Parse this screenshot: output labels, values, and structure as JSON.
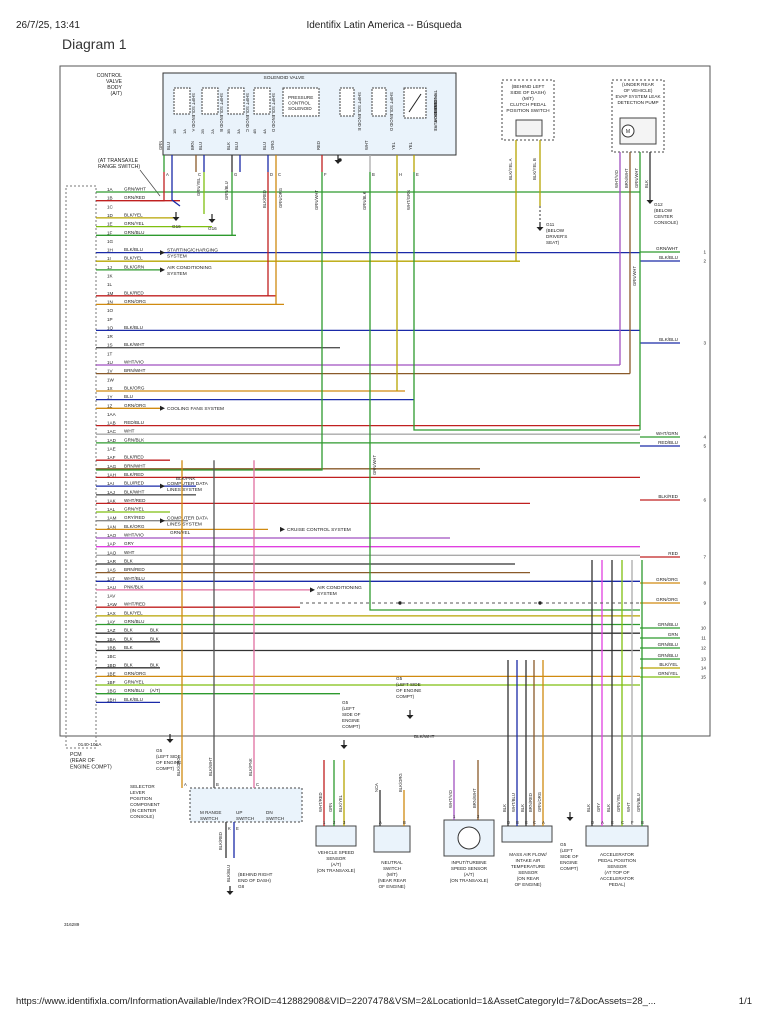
{
  "header": {
    "datetime": "26/7/25, 13:41",
    "title": "Identifix Latin America -- Búsqueda"
  },
  "document_title": "Diagram 1",
  "footer": {
    "url": "https://www.identifixla.com/InformationAvailable/Index?ROID=412882908&VID=2207478&VSM=2&LocationId=1&AssetCategoryId=7&DocAssets=28_...",
    "page": "1/1"
  },
  "diagram": {
    "figure_id": "316289",
    "pcm_label": [
      "PCM",
      "(REAR OF",
      "ENGINE COMPT)"
    ],
    "pcm_connector": "0140-101A",
    "control_valve_label": [
      "CONTROL",
      "VALVE",
      "BODY",
      "(A/T)"
    ],
    "solenoid_valve_label": "SOLENOID VALVE",
    "solenoids": [
      {
        "name": "SHIFT SOLENOID A",
        "pins": "1B/1A"
      },
      {
        "name": "SHIFT SOLENOID B",
        "pins": "2B/2A"
      },
      {
        "name": "SHIFT SOLENOID C",
        "pins": "3B/3A"
      },
      {
        "name": "SHIFT SOLENOID D",
        "pins": "4B/4A"
      }
    ],
    "pressure_solenoid": [
      "PRESSURE",
      "CONTROL",
      "SOLENOID"
    ],
    "shift_solenoid_e": "SHIFT SOLENOID E",
    "shift_solenoid_d2": "SHIFT SOLENOID D",
    "trans_fluid_temp": [
      "TRANSAXLE",
      "FLUID",
      "TEMPERATURE",
      "SENSOR"
    ],
    "range_switch_label": [
      "(AT TRANSAXLE",
      "RANGE SWITCH)"
    ],
    "valve_wires": [
      "GRN",
      "BLU",
      "BRN",
      "BLU",
      "BLK",
      "BLU",
      "BLU",
      "ORG",
      "RED",
      "WHT",
      "YEL",
      "YEL"
    ],
    "valve_pins": [
      "A",
      "C",
      "G",
      "D",
      "C",
      "F",
      "B",
      "H",
      "E"
    ],
    "drop_wires": [
      "GRN/YEL",
      "GRN/BLU",
      "BLK/RED",
      "GRN/ORG",
      "GRN/WHT",
      "GRN/BLK",
      "WHT/GRN"
    ],
    "clutch_label": [
      "(BEHIND LEFT",
      "SIDE OF DASH)",
      "(M/T)",
      "CLUTCH PEDAL",
      "POSITION SWITCH"
    ],
    "clutch_wires": [
      "BLK/YEL A",
      "BLK/YEL B"
    ],
    "evap_label": [
      "(UNDER REAR",
      "OF VEHICLE)",
      "EVAP SYSTEM LEAK",
      "DETECTION PUMP"
    ],
    "evap_wires": [
      "WHT/VIO",
      "BRN/WHT",
      "GRN/WHT",
      "BLK"
    ],
    "ground_labels": {
      "g16a": "G16",
      "g16b": "G16",
      "g11": [
        "G11",
        "(BELOW",
        "DRIVER'S",
        "SEAT)"
      ],
      "g12": [
        "G12",
        "(BELOW",
        "CENTER",
        "CONSOLE)"
      ],
      "g5a": [
        "G5",
        "(LEFT SIDE",
        "OF ENGINE",
        "COMPT)"
      ],
      "g5b": [
        "G5",
        "(LEFT",
        "SIDE OF",
        "ENGINE",
        "COMPT)"
      ],
      "g5c": [
        "G5",
        "(LEFT SIDE",
        "OF ENGINE",
        "COMPT)"
      ],
      "g5d": [
        "G5",
        "(LEFT",
        "SIDE OF",
        "ENGINE",
        "COMPT)"
      ],
      "g8": [
        "(BEHIND RIGHT",
        "END OF DASH)",
        "G8"
      ]
    },
    "pcm_pins": [
      {
        "pin": "1A",
        "wire": "GRN/WHT",
        "color": "#2e9a2e"
      },
      {
        "pin": "1B",
        "wire": "GRN/RED",
        "color": "#c02020"
      },
      {
        "pin": "1C",
        "wire": "",
        "color": ""
      },
      {
        "pin": "1D",
        "wire": "BLK/YEL",
        "color": "#b7a400"
      },
      {
        "pin": "1E",
        "wire": "GRN/YEL",
        "color": "#7fbf10"
      },
      {
        "pin": "1F",
        "wire": "GRN/BLU",
        "color": "#2e9a2e"
      },
      {
        "pin": "1G",
        "wire": "",
        "color": ""
      },
      {
        "pin": "1H",
        "wire": "BLK/BLU",
        "color": "#1a2aa8"
      },
      {
        "pin": "1I",
        "wire": "BLK/YEL",
        "color": "#b7a400"
      },
      {
        "pin": "1J",
        "wire": "BLK/GRN",
        "color": "#2e9a2e"
      },
      {
        "pin": "1K",
        "wire": "",
        "color": ""
      },
      {
        "pin": "1L",
        "wire": "",
        "color": ""
      },
      {
        "pin": "1M",
        "wire": "BLK/RED",
        "color": "#c02020"
      },
      {
        "pin": "1N",
        "wire": "GRN/ORG",
        "color": "#d08a10"
      },
      {
        "pin": "1O",
        "wire": "",
        "color": ""
      },
      {
        "pin": "1P",
        "wire": "",
        "color": ""
      },
      {
        "pin": "1Q",
        "wire": "BLK/BLU",
        "color": "#1a2aa8"
      },
      {
        "pin": "1R",
        "wire": "",
        "color": ""
      },
      {
        "pin": "1S",
        "wire": "BLK/WHT",
        "color": "#555555"
      },
      {
        "pin": "1T",
        "wire": "",
        "color": ""
      },
      {
        "pin": "1U",
        "wire": "WHT/VIO",
        "color": "#a050c0"
      },
      {
        "pin": "1V",
        "wire": "BRN/WHT",
        "color": "#8a5a2a"
      },
      {
        "pin": "1W",
        "wire": "",
        "color": ""
      },
      {
        "pin": "1X",
        "wire": "BLK/ORG",
        "color": "#d08a10"
      },
      {
        "pin": "1Y",
        "wire": "BLU",
        "color": "#1a2aa8"
      },
      {
        "pin": "1Z",
        "wire": "GRN/ORG",
        "color": "#d08a10"
      },
      {
        "pin": "1AA",
        "wire": "",
        "color": ""
      },
      {
        "pin": "1AB",
        "wire": "RED/BLU",
        "color": "#c02020"
      },
      {
        "pin": "1AC",
        "wire": "WHT",
        "color": "#aaaaaa"
      },
      {
        "pin": "1AD",
        "wire": "GRN/BLK",
        "color": "#2e9a2e"
      },
      {
        "pin": "1AE",
        "wire": "",
        "color": ""
      },
      {
        "pin": "1AF",
        "wire": "BLK/RED",
        "color": "#c02020"
      },
      {
        "pin": "1AG",
        "wire": "BRN/WHT",
        "color": "#8a5a2a"
      },
      {
        "pin": "1AH",
        "wire": "BLK/RED",
        "color": "#c02020"
      },
      {
        "pin": "1AI",
        "wire": "BLU/RED",
        "color": "#1a2aa8"
      },
      {
        "pin": "1AJ",
        "wire": "BLK/WHT",
        "color": "#555555"
      },
      {
        "pin": "1AK",
        "wire": "WHT/RED",
        "color": "#c02020"
      },
      {
        "pin": "1AL",
        "wire": "GRN/YEL",
        "color": "#7fbf10"
      },
      {
        "pin": "1AM",
        "wire": "GRY/RED",
        "color": "#888888"
      },
      {
        "pin": "1AN",
        "wire": "BLK/ORG",
        "color": "#d08a10"
      },
      {
        "pin": "1AO",
        "wire": "WHT/VIO",
        "color": "#a050c0"
      },
      {
        "pin": "1AP",
        "wire": "GRY",
        "color": "#e040e0"
      },
      {
        "pin": "1AQ",
        "wire": "WHT",
        "color": "#aaaaaa"
      },
      {
        "pin": "1AR",
        "wire": "BLK",
        "color": "#333333"
      },
      {
        "pin": "1AS",
        "wire": "BRN/RED",
        "color": "#8a5a2a"
      },
      {
        "pin": "1AT",
        "wire": "WHT/BLU",
        "color": "#1a2aa8"
      },
      {
        "pin": "1AU",
        "wire": "PNK/BLK",
        "color": "#e070a0"
      },
      {
        "pin": "1AV",
        "wire": "",
        "color": ""
      },
      {
        "pin": "1AW",
        "wire": "WHT/RED",
        "color": "#c02020"
      },
      {
        "pin": "1AX",
        "wire": "BLK/YEL",
        "color": "#b7a400"
      },
      {
        "pin": "1AY",
        "wire": "GRN/BLU",
        "color": "#2e9a2e"
      },
      {
        "pin": "1AZ",
        "wire": "BLK",
        "color": "#333333"
      },
      {
        "pin": "1BA",
        "wire": "BLK",
        "color": "#333333"
      },
      {
        "pin": "1BB",
        "wire": "BLK",
        "color": "#333333"
      },
      {
        "pin": "1BC",
        "wire": "",
        "color": ""
      },
      {
        "pin": "1BD",
        "wire": "BLK",
        "color": "#333333"
      },
      {
        "pin": "1BE",
        "wire": "GRN/ORG",
        "color": "#d08a10"
      },
      {
        "pin": "1BF",
        "wire": "GRN/YEL",
        "color": "#7fbf10"
      },
      {
        "pin": "1BG",
        "wire": "GRN/BLU",
        "color": "#2e9a2e"
      },
      {
        "pin": "1BH",
        "wire": "BLK/BLU",
        "color": "#1a2aa8"
      }
    ],
    "pin_side_labels": {
      "1AZ": "BLK",
      "1BA": "BLK",
      "1BD": "BLK",
      "1BG": "(A/T)"
    },
    "system_labels": [
      {
        "text": "STARTING/CHARGING SYSTEM",
        "pin": "1H"
      },
      {
        "text": "AIR CONDITIONING SYSTEM",
        "pin": "1J"
      },
      {
        "text": "COOLING FANS SYSTEM",
        "pin": "1Z"
      },
      {
        "text": "COMPUTER DATA LINES SYSTEM",
        "pin": "1AI"
      },
      {
        "text": "COMPUTER DATA LINES SYSTEM",
        "pin": "1AM"
      },
      {
        "text": "CRUISE CONTROL SYSTEM",
        "pin": "1AN"
      },
      {
        "text": "AIR CONDITIONING SYSTEM",
        "pin": "1AU"
      }
    ],
    "extra_wire_labels": {
      "blk_pnk": "BLK/PNK",
      "grn_yel": "GRN/YEL",
      "grn_wht_v": "GRN/WHT",
      "grn_wht_v2": "GRN/WHT",
      "blk_wht": "BLK/WHT"
    },
    "right_outputs": [
      {
        "num": "1",
        "wire": "GRN/WHT",
        "color": "#2e9a2e"
      },
      {
        "num": "2",
        "wire": "BLK/BLU",
        "color": "#1a2aa8"
      },
      {
        "num": "3",
        "wire": "BLK/BLU",
        "color": "#1a2aa8"
      },
      {
        "num": "4",
        "wire": "WHT/GRN",
        "color": "#2e9a2e"
      },
      {
        "num": "5",
        "wire": "RED/BLU",
        "color": "#1a2aa8"
      },
      {
        "num": "6",
        "wire": "BLK/RED",
        "color": "#c02020"
      },
      {
        "num": "7",
        "wire": "RED",
        "color": "#c02020"
      },
      {
        "num": "8",
        "wire": "GRN/ORG",
        "color": "#d08a10"
      },
      {
        "num": "9",
        "wire": "GRN/ORG",
        "color": "#d08a10"
      },
      {
        "num": "10",
        "wire": "GRN/BLU",
        "color": "#2e9a2e"
      },
      {
        "num": "11",
        "wire": "GRN",
        "color": "#2e9a2e"
      },
      {
        "num": "12",
        "wire": "GRN/BLU",
        "color": "#2e9a2e"
      },
      {
        "num": "13",
        "wire": "GRN/BLU",
        "color": "#2e9a2e"
      },
      {
        "num": "14",
        "wire": "BLK/YEL",
        "color": "#b7a400"
      },
      {
        "num": "15",
        "wire": "GRN/YEL",
        "color": "#7fbf10"
      }
    ],
    "selector": {
      "label": [
        "SELECTOR",
        "LEVER",
        "POSITION",
        "COMPONENT",
        "(IN CENTER",
        "CONSOLE)"
      ],
      "switches": [
        "M RANGE SWITCH",
        "UP SWITCH",
        "DN SWITCH"
      ],
      "wires": [
        "BLK/ORG",
        "BLK/WHT",
        "BLK/PNK"
      ],
      "pins": [
        "A",
        "B",
        "C"
      ],
      "bottom_wires": [
        "BLK/RED",
        "BLK/BLU"
      ],
      "bottom_pins": [
        "K",
        "E"
      ]
    },
    "vss": {
      "label": [
        "VEHICLE SPEED",
        "SENSOR",
        "(A/T)",
        "(ON TRANSAXLE)"
      ],
      "wires": [
        "WHT/RED",
        "GRN",
        "BLK/YEL"
      ],
      "pins": [
        "1",
        "2",
        "3"
      ]
    },
    "neutral": {
      "label": [
        "NEUTRAL",
        "SWITCH",
        "(M/T)",
        "(NEAR REAR",
        "OF ENGINE)"
      ],
      "wires": [
        "NCA",
        "BLK/ORG"
      ],
      "pins": [
        "A",
        "B"
      ]
    },
    "turbine": {
      "label": [
        "INPUT/TURBINE",
        "SPEED SENSOR",
        "(A/T)",
        "(ON TRANSAXLE)"
      ],
      "wires": [
        "WHT/VIO",
        "BRN/WHT"
      ],
      "pins": [
        "1",
        "2"
      ]
    },
    "maf": {
      "label": [
        "MASS AIR FLOW/",
        "INTAKE AIR",
        "TEMPERATURE",
        "SENSOR",
        "(ON REAR",
        "OF ENGINE)"
      ],
      "wires": [
        "BLK",
        "WHT/BLU",
        "BLK",
        "BRN/RED",
        "GRN/ORG"
      ],
      "pins": [
        "D",
        "B",
        "E",
        "C",
        "A"
      ]
    },
    "app": {
      "label": [
        "ACCELERATOR",
        "PEDAL POSITION",
        "SENSOR",
        "(AT TOP OF",
        "ACCELERATOR",
        "PEDAL)"
      ],
      "wires": [
        "BLK",
        "GRY",
        "BLK",
        "GRN/YEL",
        "WHT",
        "GRN/BLU"
      ],
      "pins": [
        "D",
        "A",
        "E",
        "C",
        "F",
        "B"
      ]
    }
  }
}
